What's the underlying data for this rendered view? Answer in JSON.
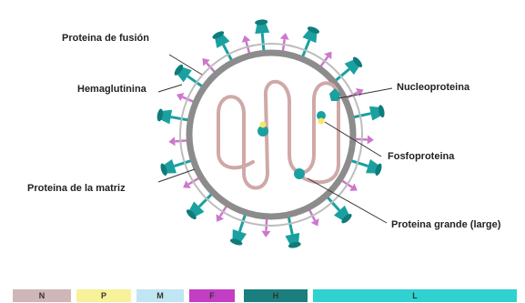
{
  "labels": {
    "fusion": "Proteina de fusión",
    "hemagglutinin": "Hemaglutinina",
    "matrix": "Proteina de la matriz",
    "nucleoprotein": "Nucleoproteina",
    "phosphoprotein": "Fosfoproteina",
    "large": "Proteina grande (large)"
  },
  "genome": [
    {
      "letter": "N",
      "color": "#cfb6b8"
    },
    {
      "letter": "P",
      "color": "#f7f29a"
    },
    {
      "letter": "M",
      "color": "#bfe6f2"
    },
    {
      "letter": "F",
      "color": "#c23ec2"
    },
    {
      "letter": "H",
      "color": "#1b7f7f"
    },
    {
      "letter": "L",
      "color": "#2fd1d1"
    }
  ],
  "colors": {
    "envelope": "#8c8c8c",
    "inner_membrane": "#b8b8b8",
    "rna": "#cfa9a7",
    "hemagglutinin": "#1aa0a0",
    "fusion": "#cc77cc",
    "phosphoprotein": "#f2e86a"
  }
}
